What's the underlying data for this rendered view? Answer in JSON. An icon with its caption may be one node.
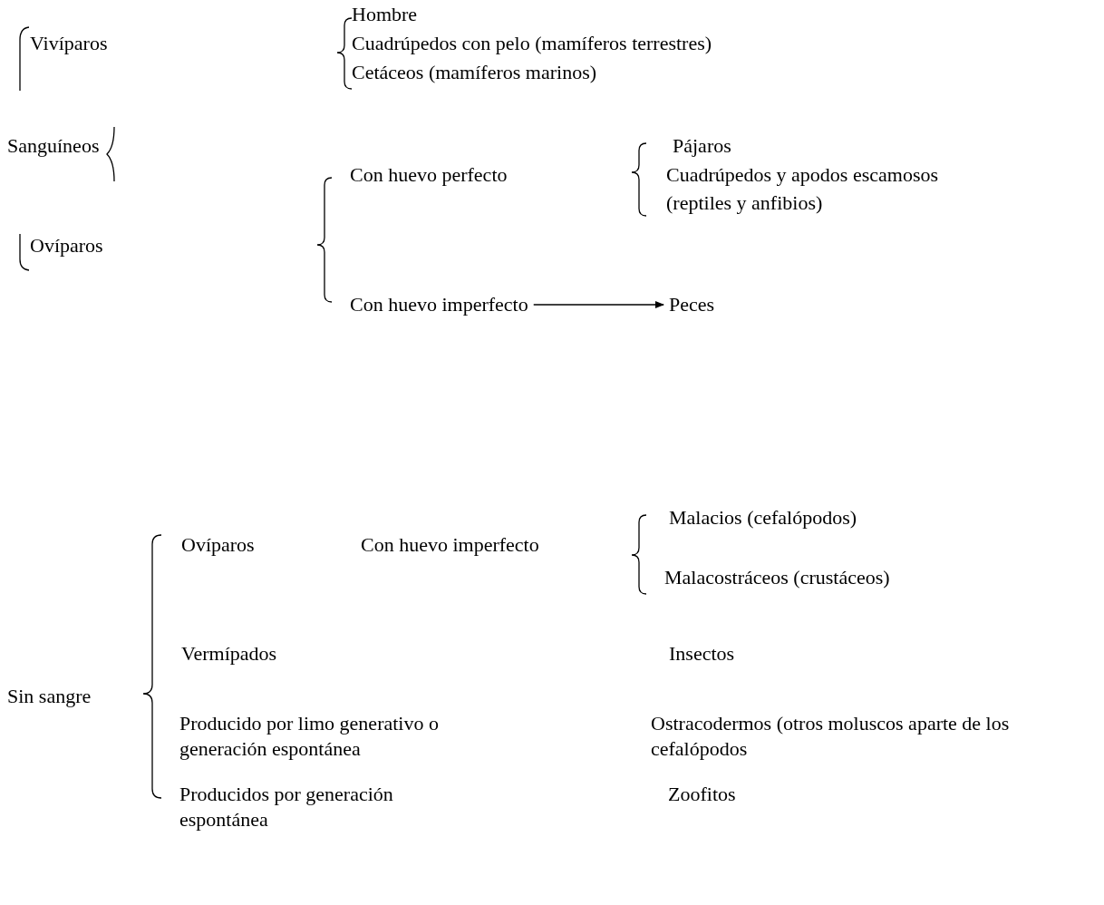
{
  "diagram": {
    "nodes": [
      {
        "text": [
          "Con huevo imperfecto"
        ]
      },
      {
        "text": [
          "Peces"
        ]
      }
    ],
    "edges": [
      {
        "from": 0,
        "to": 1,
        "arrow": "to"
      }
    ],
    "labels": [
      "Hombre",
      "Vivíparos",
      "Cuadrúpedos con pelo (mamíferos terrestres)",
      "Cetáceos (mamíferos marinos)",
      "Sanguíneos",
      "Pájaros",
      "Con huevo perfecto",
      "Cuadrúpedos y apodos escamosos",
      "(reptiles y anfibios)",
      "Ovíparos",
      "Malacios (cefalópodos)",
      "Ovíparos",
      "Con huevo imperfecto",
      "Malacostráceos (crustáceos)",
      "Vermípados",
      "Insectos",
      "Sin sangre",
      "Producido por limo generativo o generación espontánea",
      "Ostracodermos (otros moluscos aparte de los cefalópodos",
      "Producidos por generación espontánea",
      "Zoofitos"
    ]
  }
}
